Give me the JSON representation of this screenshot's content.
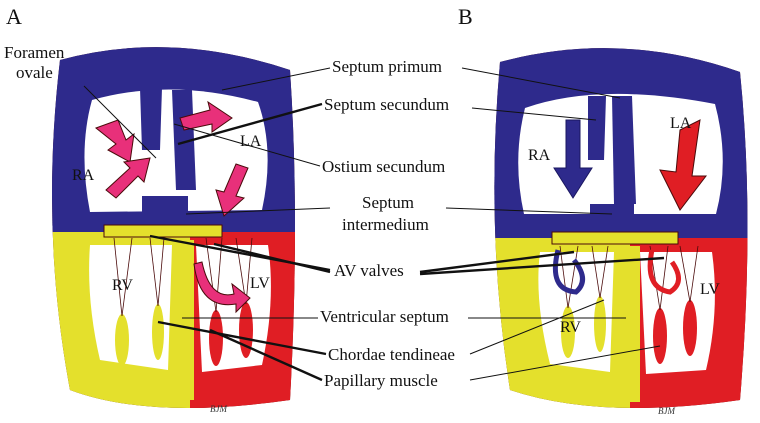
{
  "panels": [
    {
      "letter": "A",
      "chambers": {
        "ra": "RA",
        "la": "LA",
        "rv": "RV",
        "lv": "LV"
      },
      "foramen_label_line1": "Foramen",
      "foramen_label_line2": "ovale",
      "signature": "BJM"
    },
    {
      "letter": "B",
      "chambers": {
        "ra": "RA",
        "la": "LA",
        "rv": "RV",
        "lv": "LV"
      },
      "signature": "BJM"
    }
  ],
  "center_labels": {
    "septum_primum": "Septum primum",
    "septum_secundum": "Septum secundum",
    "ostium_secundum": "Ostium secundum",
    "septum_intermedium_line1": "Septum",
    "septum_intermedium_line2": "intermedium",
    "av_valves": "AV valves",
    "ventricular_septum": "Ventricular septum",
    "chordae_tendineae": "Chordae tendineae",
    "papillary_muscle": "Papillary muscle"
  },
  "colors": {
    "atria_wall": "#2e2a8c",
    "right_ventricle": "#e4e02c",
    "left_ventricle": "#e01e24",
    "outline": "#4a0a0a",
    "flow_arrow": "#e8307a",
    "venous_arrow": "#2e2a8c",
    "arterial_arrow": "#e01e24",
    "cavity": "#ffffff"
  }
}
